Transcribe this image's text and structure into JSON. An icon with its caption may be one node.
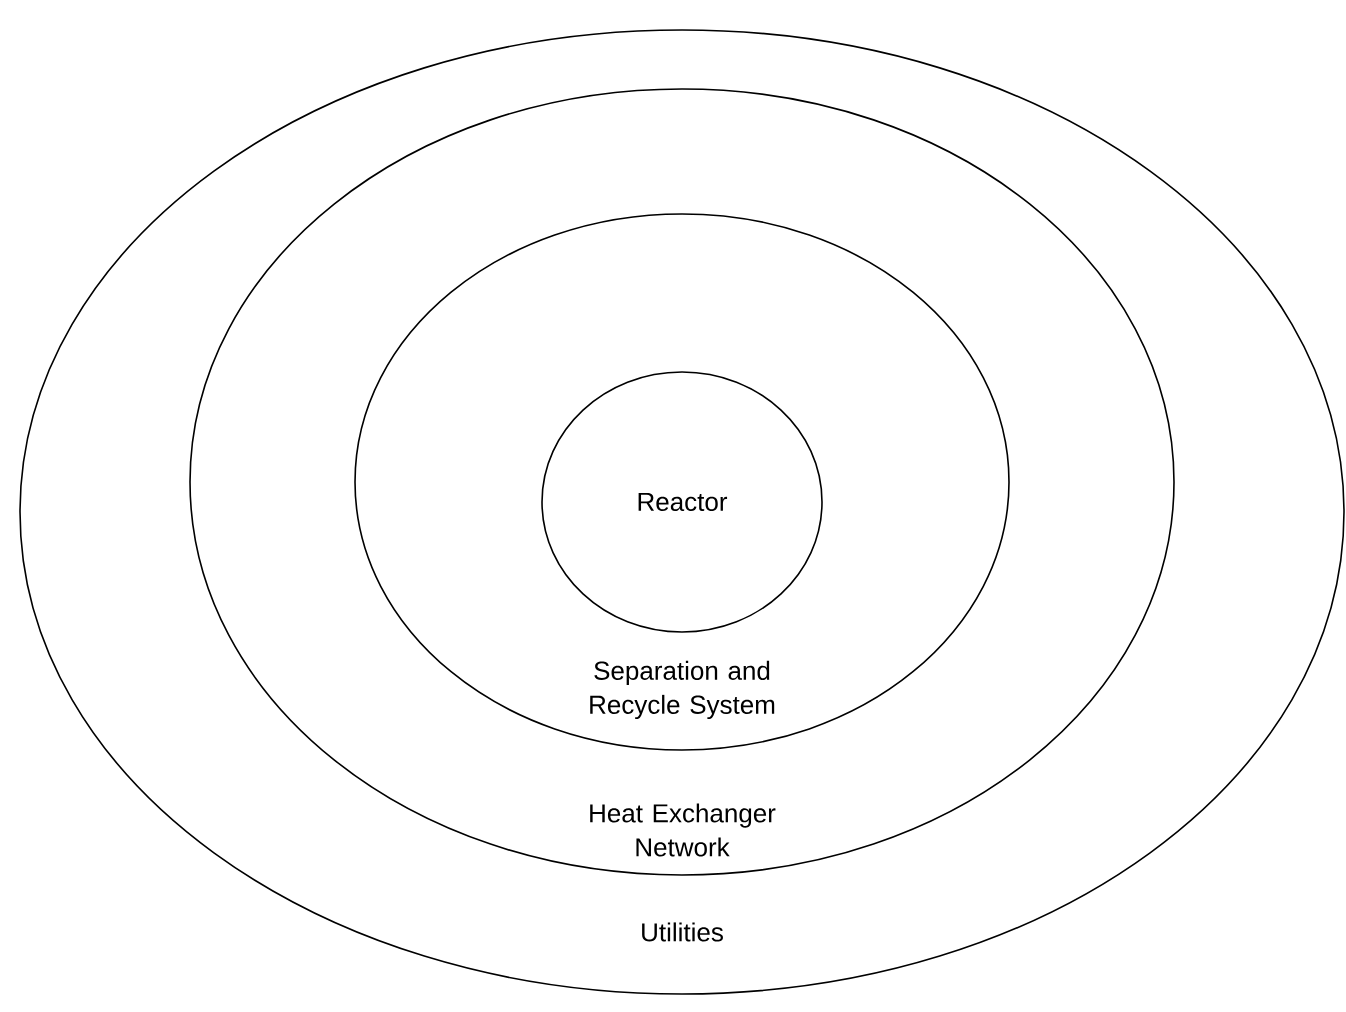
{
  "diagram": {
    "nodes": [
      {
        "text": [
          "Utilities"
        ]
      },
      {
        "text": [
          "Heat Exchanger Network"
        ],
        "in": 0
      },
      {
        "text": [
          "Separation and Recycle System"
        ],
        "in": 1
      },
      {
        "text": [
          "Reactor"
        ],
        "in": 2
      }
    ]
  }
}
